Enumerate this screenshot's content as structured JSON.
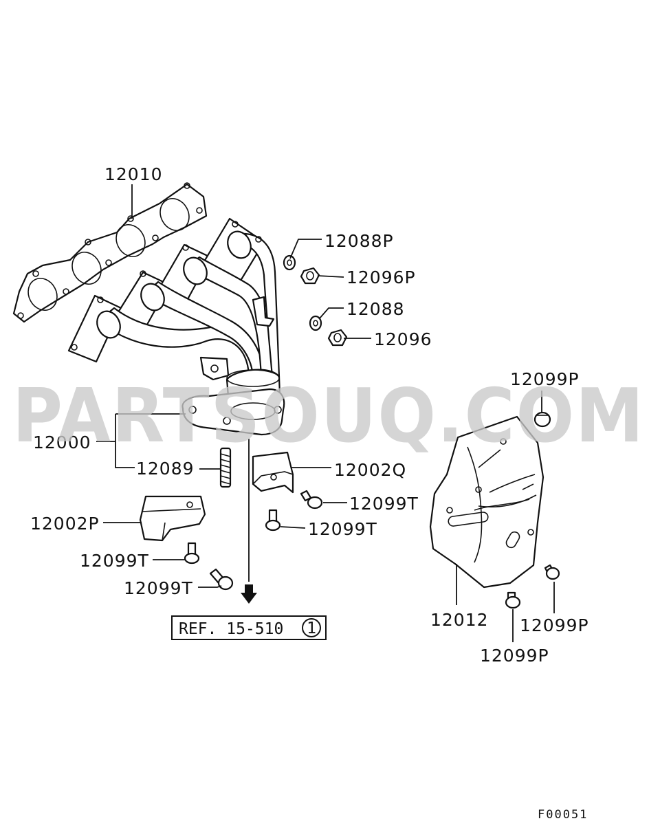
{
  "watermark": "PARTSOUQ.COM",
  "figure_code": "F00051",
  "reference": {
    "text": "REF. 15-510",
    "circle_number": "1"
  },
  "callouts": {
    "gasket": "12010",
    "manifold_assembly": "12000",
    "nut_upper_p": "12088P",
    "washer_upper_p": "12096P",
    "nut_upper": "12088",
    "washer_upper": "12096",
    "stud": "12089",
    "cover_lower_q": "12002Q",
    "cover_lower_p": "12002P",
    "bolt_t_1": "12099T",
    "bolt_t_2": "12099T",
    "bolt_t_3": "12099T",
    "bolt_t_4": "12099T",
    "heat_protector": "12012",
    "bolt_p_top": "12099P",
    "bolt_p_right": "12099P",
    "bolt_p_bottom": "12099P"
  }
}
